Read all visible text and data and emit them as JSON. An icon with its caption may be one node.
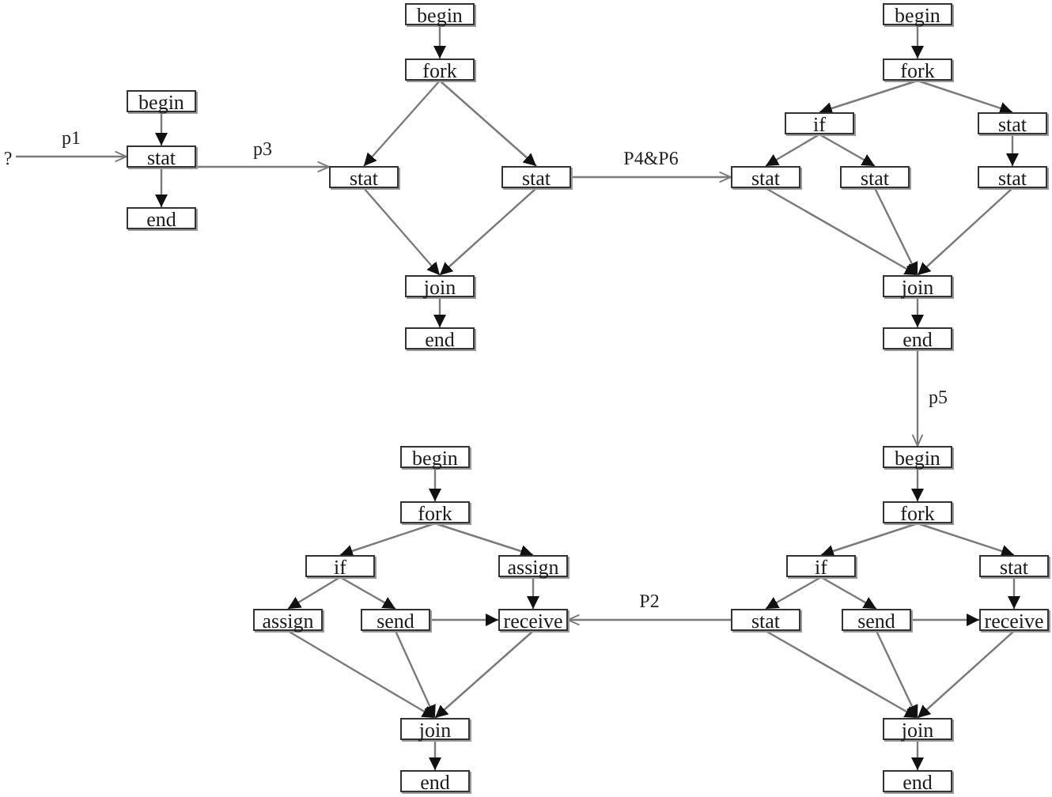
{
  "diagram": {
    "nodes": [
      {
        "text": [
          "?"
        ]
      },
      {
        "text": [
          "begin"
        ]
      },
      {
        "text": [
          "stat"
        ]
      },
      {
        "text": [
          "end"
        ]
      },
      {
        "text": [
          "begin"
        ]
      },
      {
        "text": [
          "fork"
        ]
      },
      {
        "text": [
          "stat"
        ]
      },
      {
        "text": [
          "stat"
        ]
      },
      {
        "text": [
          "join"
        ]
      },
      {
        "text": [
          "end"
        ]
      },
      {
        "text": [
          "begin"
        ]
      },
      {
        "text": [
          "fork"
        ]
      },
      {
        "text": [
          "if"
        ]
      },
      {
        "text": [
          "stat"
        ]
      },
      {
        "text": [
          "stat"
        ]
      },
      {
        "text": [
          "stat"
        ]
      },
      {
        "text": [
          "stat"
        ]
      },
      {
        "text": [
          "join"
        ]
      },
      {
        "text": [
          "end"
        ]
      },
      {
        "text": [
          "begin"
        ]
      },
      {
        "text": [
          "fork"
        ]
      },
      {
        "text": [
          "if"
        ]
      },
      {
        "text": [
          "assign"
        ]
      },
      {
        "text": [
          "assign"
        ]
      },
      {
        "text": [
          "send"
        ]
      },
      {
        "text": [
          "receive"
        ]
      },
      {
        "text": [
          "join"
        ]
      },
      {
        "text": [
          "end"
        ]
      },
      {
        "text": [
          "begin"
        ]
      },
      {
        "text": [
          "fork"
        ]
      },
      {
        "text": [
          "if"
        ]
      },
      {
        "text": [
          "stat"
        ]
      },
      {
        "text": [
          "stat"
        ]
      },
      {
        "text": [
          "send"
        ]
      },
      {
        "text": [
          "receive"
        ]
      },
      {
        "text": [
          "join"
        ]
      },
      {
        "text": [
          "end"
        ]
      }
    ],
    "edges": [
      {
        "from": 1,
        "to": 2,
        "arrow": "to"
      },
      {
        "from": 2,
        "to": 3,
        "arrow": "to"
      },
      {
        "from": 4,
        "to": 5,
        "arrow": "to"
      },
      {
        "from": 5,
        "to": 6,
        "arrow": "to"
      },
      {
        "from": 5,
        "to": 7,
        "arrow": "to"
      },
      {
        "from": 6,
        "to": 8,
        "arrow": "to"
      },
      {
        "from": 7,
        "to": 8,
        "arrow": "to"
      },
      {
        "from": 8,
        "to": 9,
        "arrow": "to"
      },
      {
        "from": 10,
        "to": 11,
        "arrow": "to"
      },
      {
        "from": 11,
        "to": 12,
        "arrow": "to"
      },
      {
        "from": 11,
        "to": 13,
        "arrow": "to"
      },
      {
        "from": 12,
        "to": 14,
        "arrow": "to"
      },
      {
        "from": 12,
        "to": 15,
        "arrow": "to"
      },
      {
        "from": 13,
        "to": 16,
        "arrow": "to"
      },
      {
        "from": 14,
        "to": 17,
        "arrow": "to"
      },
      {
        "from": 15,
        "to": 17,
        "arrow": "to"
      },
      {
        "from": 16,
        "to": 17,
        "arrow": "to"
      },
      {
        "from": 17,
        "to": 18,
        "arrow": "to"
      },
      {
        "from": 19,
        "to": 20,
        "arrow": "to"
      },
      {
        "from": 20,
        "to": 21,
        "arrow": "to"
      },
      {
        "from": 20,
        "to": 22,
        "arrow": "to"
      },
      {
        "from": 21,
        "to": 23,
        "arrow": "to"
      },
      {
        "from": 21,
        "to": 24,
        "arrow": "to"
      },
      {
        "from": 22,
        "to": 25,
        "arrow": "to"
      },
      {
        "from": 24,
        "to": 25,
        "arrow": "to"
      },
      {
        "from": 23,
        "to": 26,
        "arrow": "to"
      },
      {
        "from": 24,
        "to": 26,
        "arrow": "to"
      },
      {
        "from": 25,
        "to": 26,
        "arrow": "to"
      },
      {
        "from": 26,
        "to": 27,
        "arrow": "to"
      },
      {
        "from": 28,
        "to": 29,
        "arrow": "to"
      },
      {
        "from": 29,
        "to": 30,
        "arrow": "to"
      },
      {
        "from": 29,
        "to": 31,
        "arrow": "to"
      },
      {
        "from": 30,
        "to": 32,
        "arrow": "to"
      },
      {
        "from": 30,
        "to": 33,
        "arrow": "to"
      },
      {
        "from": 31,
        "to": 34,
        "arrow": "to"
      },
      {
        "from": 33,
        "to": 34,
        "arrow": "to"
      },
      {
        "from": 32,
        "to": 35,
        "arrow": "to"
      },
      {
        "from": 33,
        "to": 35,
        "arrow": "to"
      },
      {
        "from": 34,
        "to": 35,
        "arrow": "to"
      },
      {
        "from": 35,
        "to": 36,
        "arrow": "to"
      },
      {
        "from": 0,
        "to": 2,
        "arrow": "to",
        "label": "p1"
      },
      {
        "from": 2,
        "to": 6,
        "arrow": "to",
        "label": "p3"
      },
      {
        "from": 7,
        "to": 14,
        "arrow": "to",
        "label": "P4&P6"
      },
      {
        "from": 18,
        "to": 28,
        "arrow": "to",
        "label": "p5"
      },
      {
        "from": 32,
        "to": 25,
        "arrow": "to",
        "label": "P2"
      }
    ]
  }
}
